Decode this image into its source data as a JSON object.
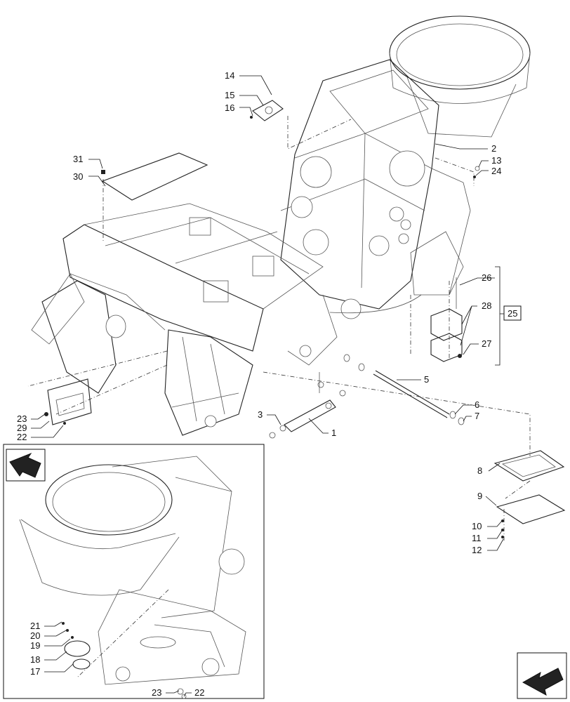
{
  "callouts": {
    "c1": "1",
    "c2": "2",
    "c3": "3",
    "c5": "5",
    "c6": "6",
    "c7": "7",
    "c8": "8",
    "c9": "9",
    "c10": "10",
    "c11": "11",
    "c12": "12",
    "c13": "13",
    "c14": "14",
    "c15": "15",
    "c16": "16",
    "c17": "17",
    "c18": "18",
    "c19": "19",
    "c20": "20",
    "c21": "21",
    "c22a": "22",
    "c22b": "22",
    "c23a": "23",
    "c23b": "23",
    "c24": "24",
    "c25": "25",
    "c26": "26",
    "c27": "27",
    "c28": "28",
    "c29": "29",
    "c30": "30",
    "c31": "31"
  },
  "icons": {
    "view_arrow_left": "pointer-arrow-icon",
    "view_arrow_bottom": "pointer-arrow-icon"
  }
}
